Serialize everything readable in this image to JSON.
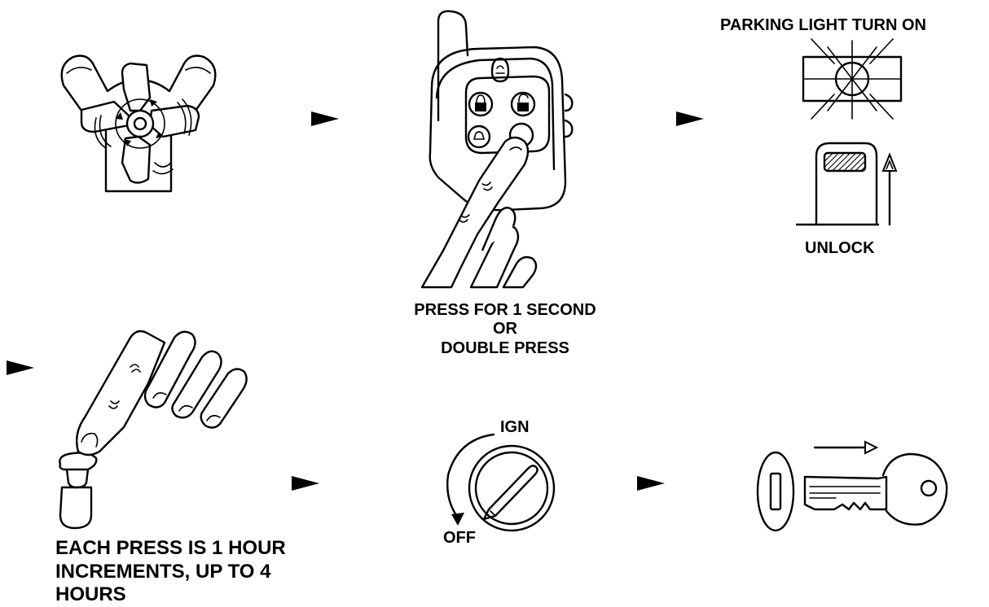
{
  "labels": {
    "parking_light": "PARKING LIGHT TURN ON",
    "unlock": "UNLOCK",
    "press_line1": "PRESS FOR 1 SECOND",
    "press_line2": "OR",
    "press_line3": "DOUBLE PRESS",
    "each_press_line1": "EACH PRESS IS 1 HOUR",
    "each_press_line2": "INCREMENTS, UP TO 4",
    "each_press_line3": "HOURS",
    "ign": "IGN",
    "off": "OFF"
  },
  "icons": [
    "engine-icon",
    "remote-transmitter-icon",
    "parking-light-icon",
    "door-lock-icon",
    "finger-press-button-icon",
    "ignition-switch-icon",
    "key-icon"
  ],
  "colors": {
    "ink": "#000000",
    "paper": "#ffffff",
    "hatch": "#000000"
  }
}
